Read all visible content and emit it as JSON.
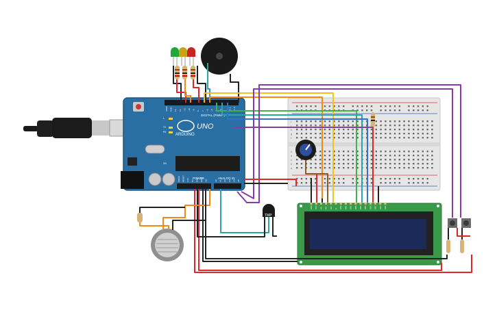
{
  "arduino": {
    "brand": "ARDUINO",
    "model": "UNO",
    "header_digital": "DIGITAL (PWM~)",
    "header_power": "POWER",
    "header_analog": "ANALOG IN",
    "pin_labels_top": [
      "AREF",
      "GND",
      "13",
      "12",
      "~11",
      "~10",
      "~9",
      "8",
      "7",
      "~6",
      "~5",
      "4",
      "~3",
      "2",
      "TX 1",
      "RX 0"
    ],
    "pin_labels_power": [
      "IOREF",
      "RESET",
      "3.3V",
      "5V",
      "GND",
      "GND",
      "Vin"
    ],
    "pin_labels_analog": [
      "A0",
      "A1",
      "A2",
      "A3",
      "A4",
      "A5"
    ],
    "led_labels": [
      "L",
      "TX",
      "RX",
      "ON"
    ]
  },
  "temp_sensor": {
    "label": "TMP"
  },
  "lcd": {
    "pin_labels": [
      "GND",
      "VCC",
      "V0",
      "RS",
      "RW",
      "E",
      "DB0",
      "DB1",
      "DB2",
      "DB3",
      "DB4",
      "DB5",
      "DB6",
      "DB7",
      "LED",
      "LED"
    ]
  },
  "breadboard": {
    "row_letters": [
      "a",
      "b",
      "c",
      "d",
      "e",
      "f",
      "g",
      "h",
      "i",
      "j"
    ]
  },
  "colors": {
    "board": "#2a6fa3",
    "breadboard": "#e6e6e6",
    "lcd_pcb": "#3a9a4a",
    "lcd_screen": "#1c2a5a",
    "wire_red": "#e0262b",
    "wire_black": "#222222",
    "wire_orange": "#f08a12",
    "wire_yellow": "#f2c21b",
    "wire_green": "#43b04a",
    "wire_blue": "#2f74c9",
    "wire_purple": "#8a3aa8",
    "wire_teal": "#2aa7a5",
    "wire_brown": "#8b5a2b",
    "led_green": "#1fa83a",
    "led_yellow": "#c9a21a",
    "led_red": "#c4271f"
  }
}
